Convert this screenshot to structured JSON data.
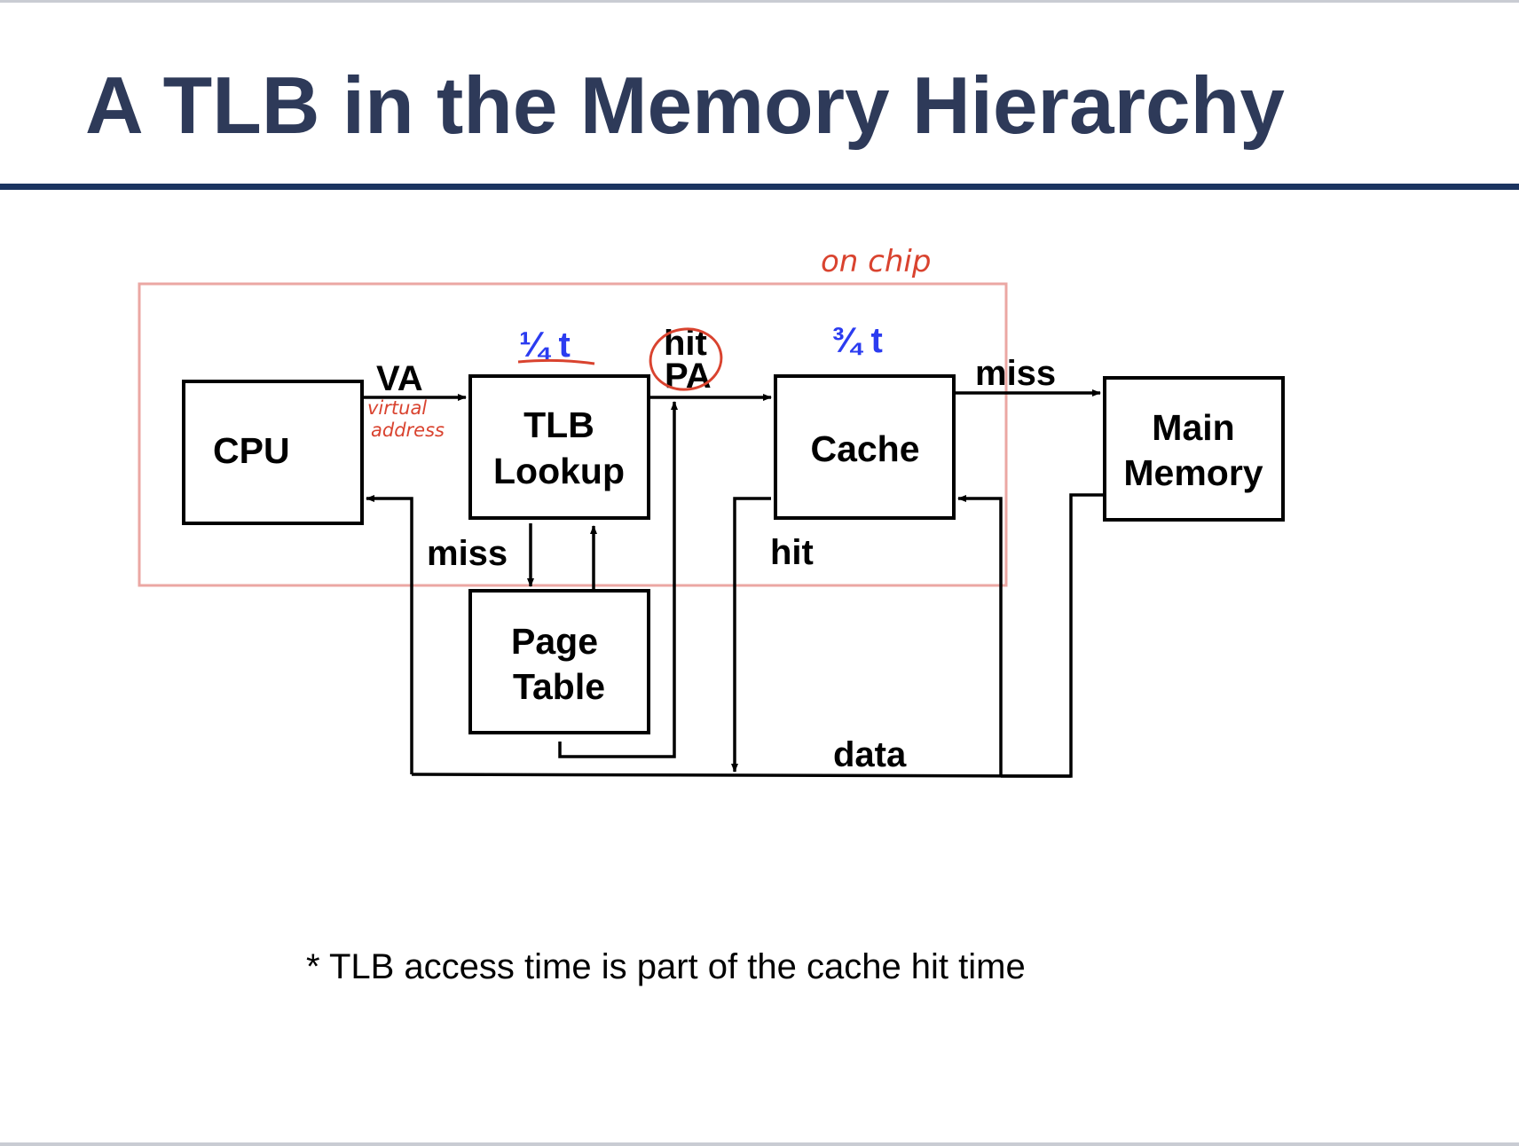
{
  "slide": {
    "title": "A TLB in the Memory Hierarchy",
    "footnote": "* TLB access time is part of the cache hit time",
    "colors": {
      "title": "#2e3a59",
      "title_rule": "#1b3460",
      "timing_annotation": "#2b3cf0",
      "handwriting": "#d9432f"
    }
  },
  "diagram": {
    "components": {
      "cpu": "CPU",
      "tlb_line1": "TLB",
      "tlb_line2": "Lookup",
      "page_table_line1": "Page",
      "page_table_line2": "Table",
      "cache": "Cache",
      "main_memory_line1": "Main",
      "main_memory_line2": "Memory"
    },
    "edge_labels": {
      "va": "VA",
      "hit_pa_top": "hit",
      "pa": "PA",
      "tlb_miss": "miss",
      "cache_miss": "miss",
      "cache_hit": "hit",
      "data": "data"
    },
    "timings": {
      "tlb": "¼ t",
      "cache": "¾ t"
    },
    "handwritten": {
      "on_chip": "on chip",
      "virtual_line1": "virtual",
      "virtual_line2": "address"
    }
  }
}
